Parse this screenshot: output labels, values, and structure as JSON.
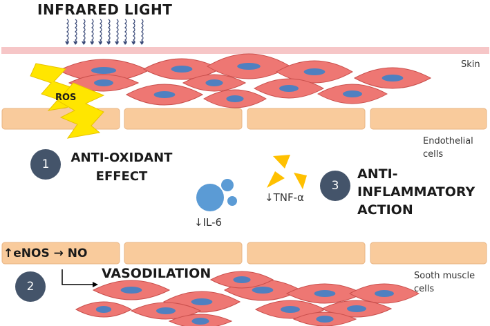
{
  "title": "INFRARED LIGHT",
  "labels": {
    "skin": "Skin",
    "endothelial": "Endothelial\ncells",
    "smooth_muscle": "Sooth muscle\ncells",
    "ros": "ROS",
    "il6": "↓IL-6",
    "tnf": "↓TNF-α",
    "enos": "↑eNOS → NO"
  },
  "steps": [
    {
      "number": "1",
      "text": "ANTI-OXIDANT\nEFFECT"
    },
    {
      "number": "2",
      "text": "VASODILATION"
    },
    {
      "number": "3",
      "text": "ANTI-\nINFLAMMATORY\nACTION"
    }
  ],
  "colors": {
    "skin_band": "#f6c6c7",
    "cell_fill": "#ee7773",
    "cell_stroke": "#c94f4c",
    "nucleus": "#4f80c0",
    "endothelial_block": "#f9cb9c",
    "lightning": "#ffe600",
    "step_circle": "#44546a",
    "cytokine_blue": "#5b9bd5",
    "tnf_yellow": "#ffc000"
  }
}
